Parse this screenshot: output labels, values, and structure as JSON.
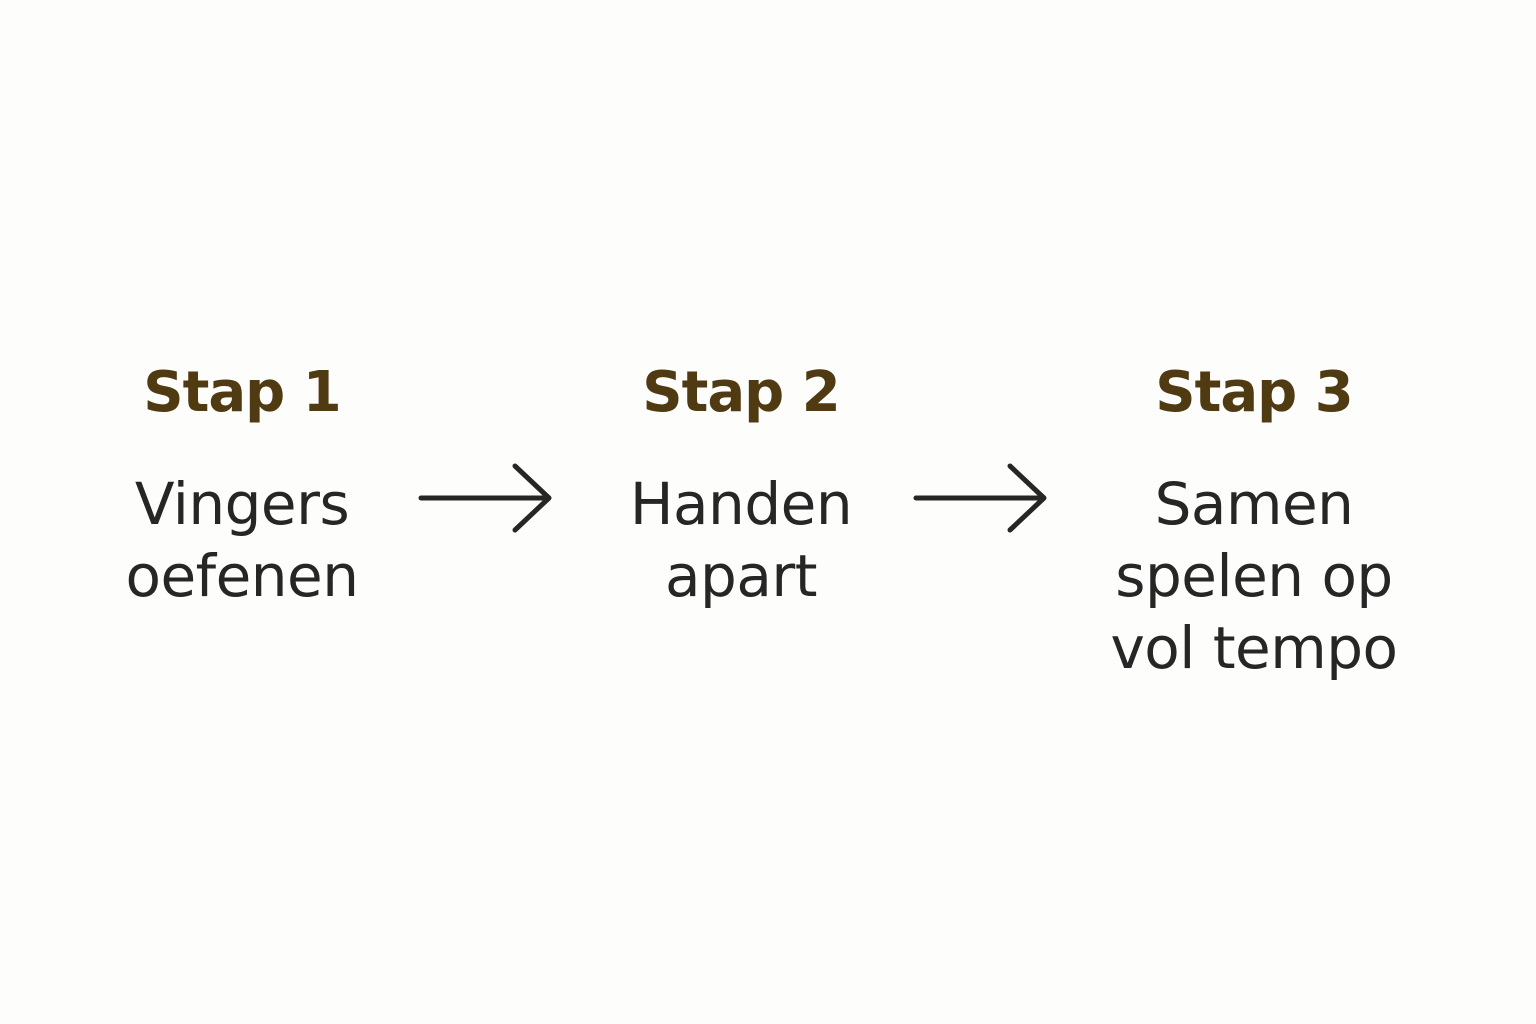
{
  "steps": [
    {
      "title": "Stap 1",
      "lines": [
        "Vingers",
        "oefenen"
      ]
    },
    {
      "title": "Stap 2",
      "lines": [
        "Handen",
        "apart"
      ]
    },
    {
      "title": "Stap 3",
      "lines": [
        "Samen",
        "spelen op",
        "vol tempo"
      ]
    }
  ],
  "colors": {
    "title": "#4f3a12",
    "text": "#262626",
    "background": "#fdfdfc"
  },
  "icons": [
    "arrow-right-icon",
    "arrow-right-icon"
  ]
}
